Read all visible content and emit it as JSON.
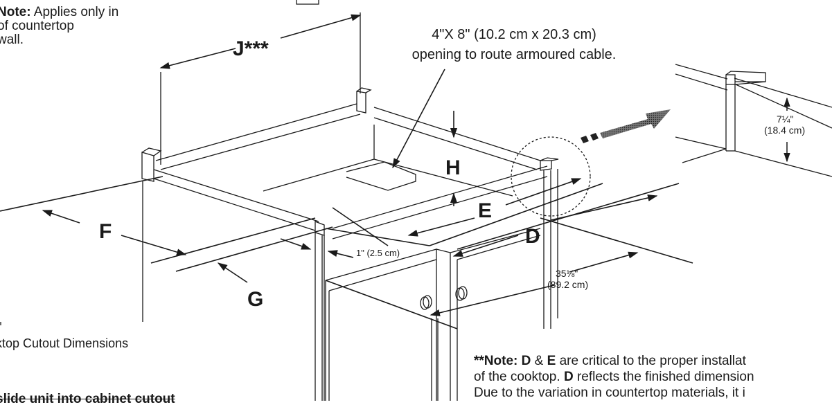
{
  "note_top_left": {
    "label": "Note:",
    "line1": "Applies only in",
    "line2": "of countertop",
    "line3": "wall."
  },
  "opening_note": {
    "line1": "4\"X 8\" (10.2 cm x 20.3 cm)",
    "line2": "opening to route armoured cable."
  },
  "dimension_labels": {
    "j": "J***",
    "h": "H",
    "e": "E",
    "d": "D",
    "f": "F",
    "g": "G",
    "seven_quarter_in": "7¼\"",
    "seven_quarter_cm": "(18.4 cm)",
    "one_inch": "1\" (2.5 cm)",
    "thirtyfive_in": "35⅛\"",
    "thirtyfive_cm": "(89.2 cm)"
  },
  "caption": "ktop Cutout Dimensions",
  "slide_text": "slide unit into cabinet cutout",
  "note_bottom_right": {
    "prefix": "**Note:",
    "d": "D",
    "amp": "&",
    "e": "E",
    "line1_rest": "are critical to the proper installat",
    "line2_a": "of the cooktop.",
    "line2_d": "D",
    "line2_rest": "reflects the finished dimension",
    "line3": "Due to the variation in countertop materials, it i"
  }
}
